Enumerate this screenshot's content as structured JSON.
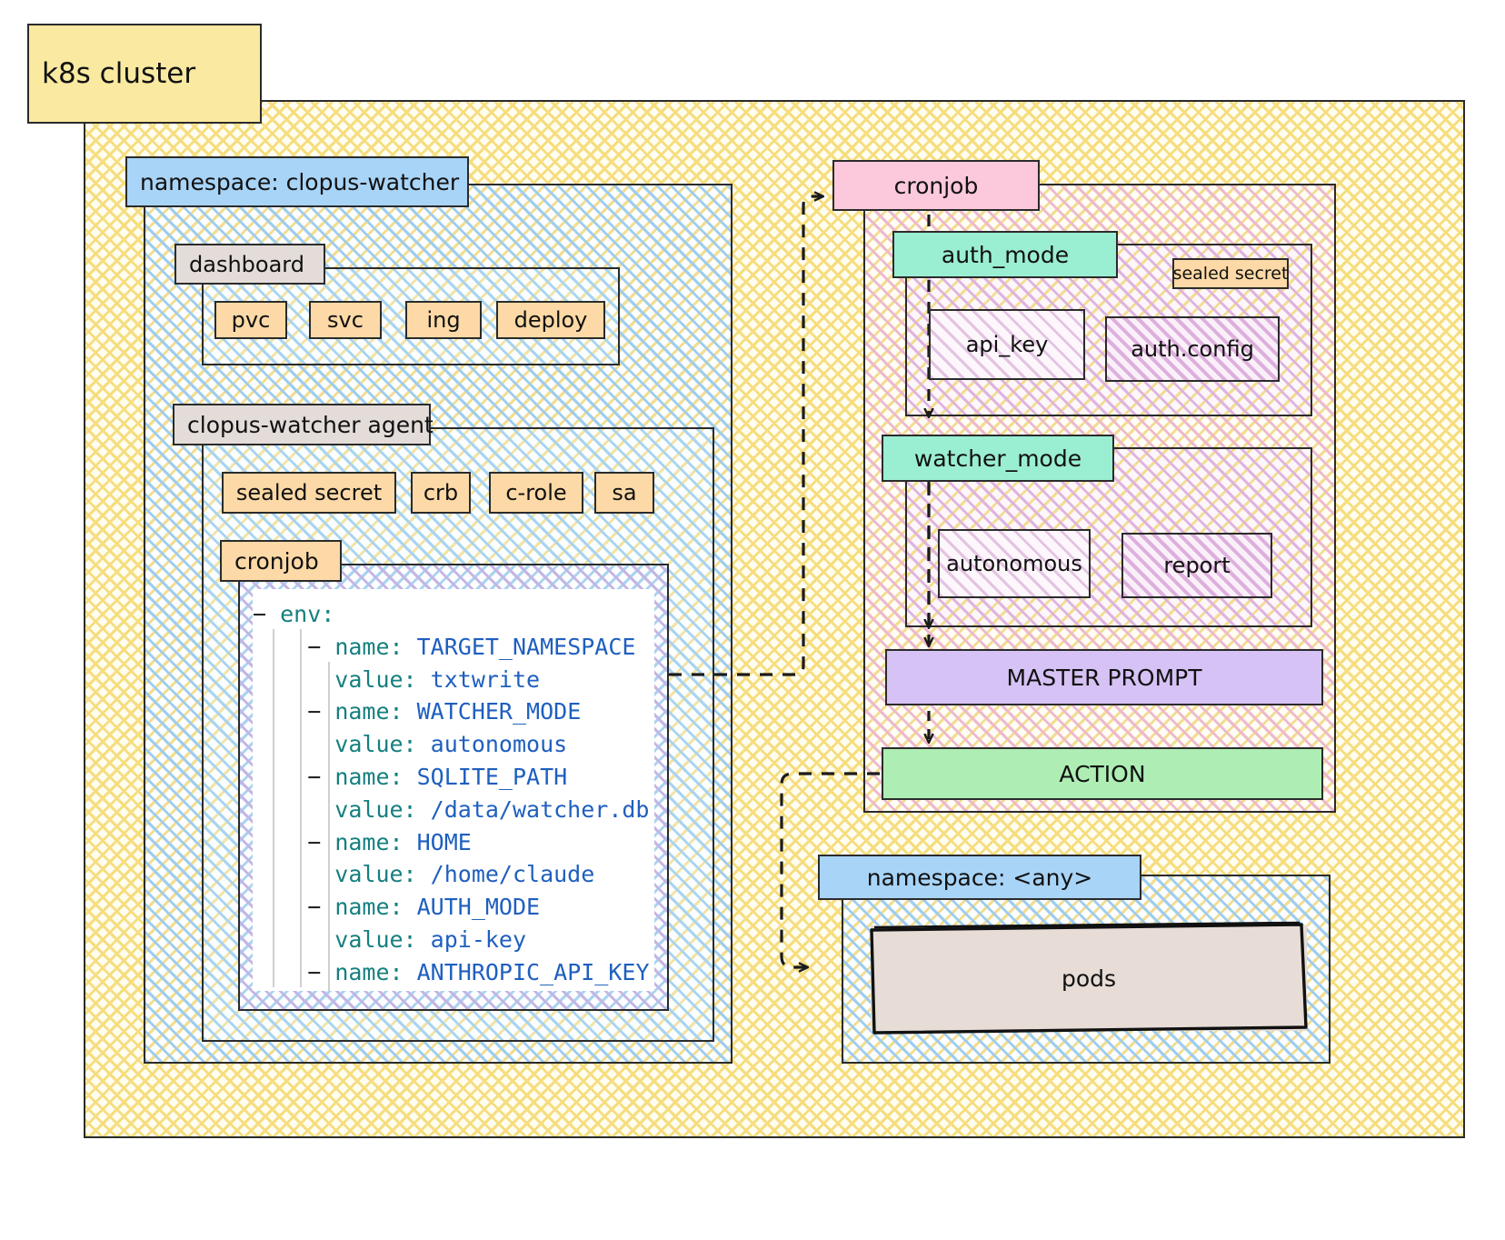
{
  "diagram": {
    "title": "k8s cluster",
    "cluster_label": "k8s cluster",
    "namespace_watcher": "namespace: clopus-watcher",
    "namespace_any": "namespace: <any>",
    "dashboard": {
      "label": "dashboard",
      "resources": [
        "pvc",
        "svc",
        "ing",
        "deploy"
      ]
    },
    "agent": {
      "label": "clopus-watcher agent",
      "resources": [
        "sealed secret",
        "crb",
        "c-role",
        "sa"
      ],
      "cronjob_label": "cronjob"
    },
    "code": {
      "lines": [
        {
          "indent": 0,
          "dash": true,
          "key": "env:",
          "value": ""
        },
        {
          "indent": 1,
          "dash": true,
          "key": "name:",
          "value": "TARGET_NAMESPACE"
        },
        {
          "indent": 1,
          "dash": false,
          "key": "value:",
          "value": "txtwrite"
        },
        {
          "indent": 1,
          "dash": true,
          "key": "name:",
          "value": "WATCHER_MODE"
        },
        {
          "indent": 1,
          "dash": false,
          "key": "value:",
          "value": "autonomous"
        },
        {
          "indent": 1,
          "dash": true,
          "key": "name:",
          "value": "SQLITE_PATH"
        },
        {
          "indent": 1,
          "dash": false,
          "key": "value:",
          "value": "/data/watcher.db"
        },
        {
          "indent": 1,
          "dash": true,
          "key": "name:",
          "value": "HOME"
        },
        {
          "indent": 1,
          "dash": false,
          "key": "value:",
          "value": "/home/claude"
        },
        {
          "indent": 1,
          "dash": true,
          "key": "name:",
          "value": "AUTH_MODE"
        },
        {
          "indent": 1,
          "dash": false,
          "key": "value:",
          "value": "api-key"
        },
        {
          "indent": 1,
          "dash": true,
          "key": "name:",
          "value": "ANTHROPIC_API_KEY"
        }
      ]
    },
    "right": {
      "cronjob_label": "cronjob",
      "auth_mode": {
        "label": "auth_mode",
        "sealed_secret": "sealed secret",
        "options": [
          "api_key",
          "auth.config"
        ]
      },
      "watcher_mode": {
        "label": "watcher_mode",
        "options": [
          "autonomous",
          "report"
        ]
      },
      "master_prompt": "MASTER PROMPT",
      "action": "ACTION",
      "pods": "pods"
    },
    "colors": {
      "cluster": "#fae9a0",
      "namespace": "#a8d4f7",
      "group": "#e3dcd9",
      "resource": "#fcd9a6",
      "cronjob": "#fbc8dc",
      "mode": "#9aeed2",
      "master_prompt": "#d6c2f5",
      "action": "#aeeeb4",
      "pods": "#e7dcd6",
      "stroke": "#2b2b2b",
      "code_key": "#167f7f",
      "code_value": "#1f5fbf"
    }
  }
}
